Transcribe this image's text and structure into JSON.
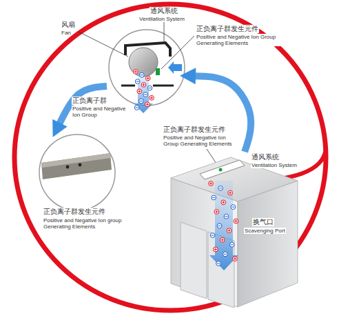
{
  "diagram": {
    "nodes": [
      {
        "text": [
          "通风系统",
          "Ventilation System"
        ]
      },
      {
        "text": [
          "正负离子群发生元件",
          "Positive and Negative Ion group Generating Elements"
        ]
      },
      {
        "text": [
          "换气口",
          "Scavenging Port"
        ]
      }
    ],
    "edges": [
      {
        "from": 2,
        "to": 0,
        "arrow": "to"
      },
      {
        "from": 0,
        "to": 1,
        "arrow": "to"
      }
    ],
    "labels": [
      "风扇",
      "Fan",
      "正负离子群发生元件",
      "Positive and Negative Ion Group Generating Elements",
      "正负离子群",
      "Positive and Negative Ion Group",
      "正负离子群发生元件",
      "Positive and Negative Ion Group Generating Elements",
      "通风系统",
      "Ventilation System"
    ]
  }
}
